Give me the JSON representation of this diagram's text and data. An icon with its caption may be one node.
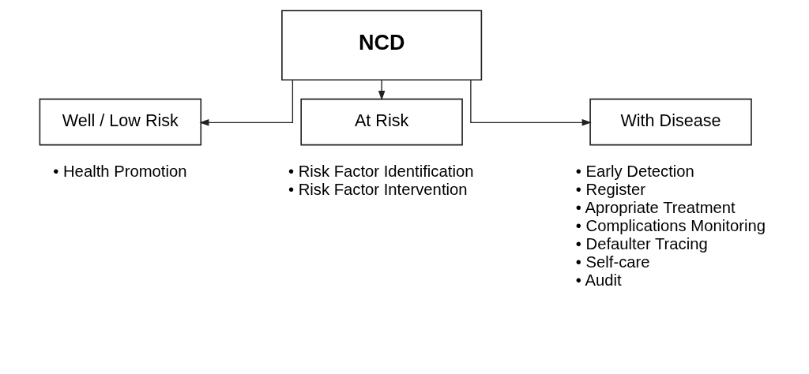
{
  "diagram": {
    "nodes": [
      {
        "text": [
          "NCD"
        ]
      },
      {
        "text": [
          "Well / Low Risk"
        ],
        "beside": [
          "• Health Promotion"
        ]
      },
      {
        "text": [
          "At Risk"
        ],
        "beside": [
          "• Risk Factor Identification",
          "• Risk Factor Intervention"
        ]
      },
      {
        "text": [
          "With Disease"
        ],
        "beside": [
          "• Early Detection",
          "• Register",
          "• Apropriate Treatment",
          "• Complications Monitoring",
          "• Defaulter Tracing",
          "• Self-care",
          "• Audit"
        ]
      }
    ],
    "edges": [
      {
        "from": 0,
        "to": 1,
        "arrow": "to"
      },
      {
        "from": 0,
        "to": 2,
        "arrow": "to"
      },
      {
        "from": 0,
        "to": 3,
        "arrow": "to"
      }
    ]
  }
}
